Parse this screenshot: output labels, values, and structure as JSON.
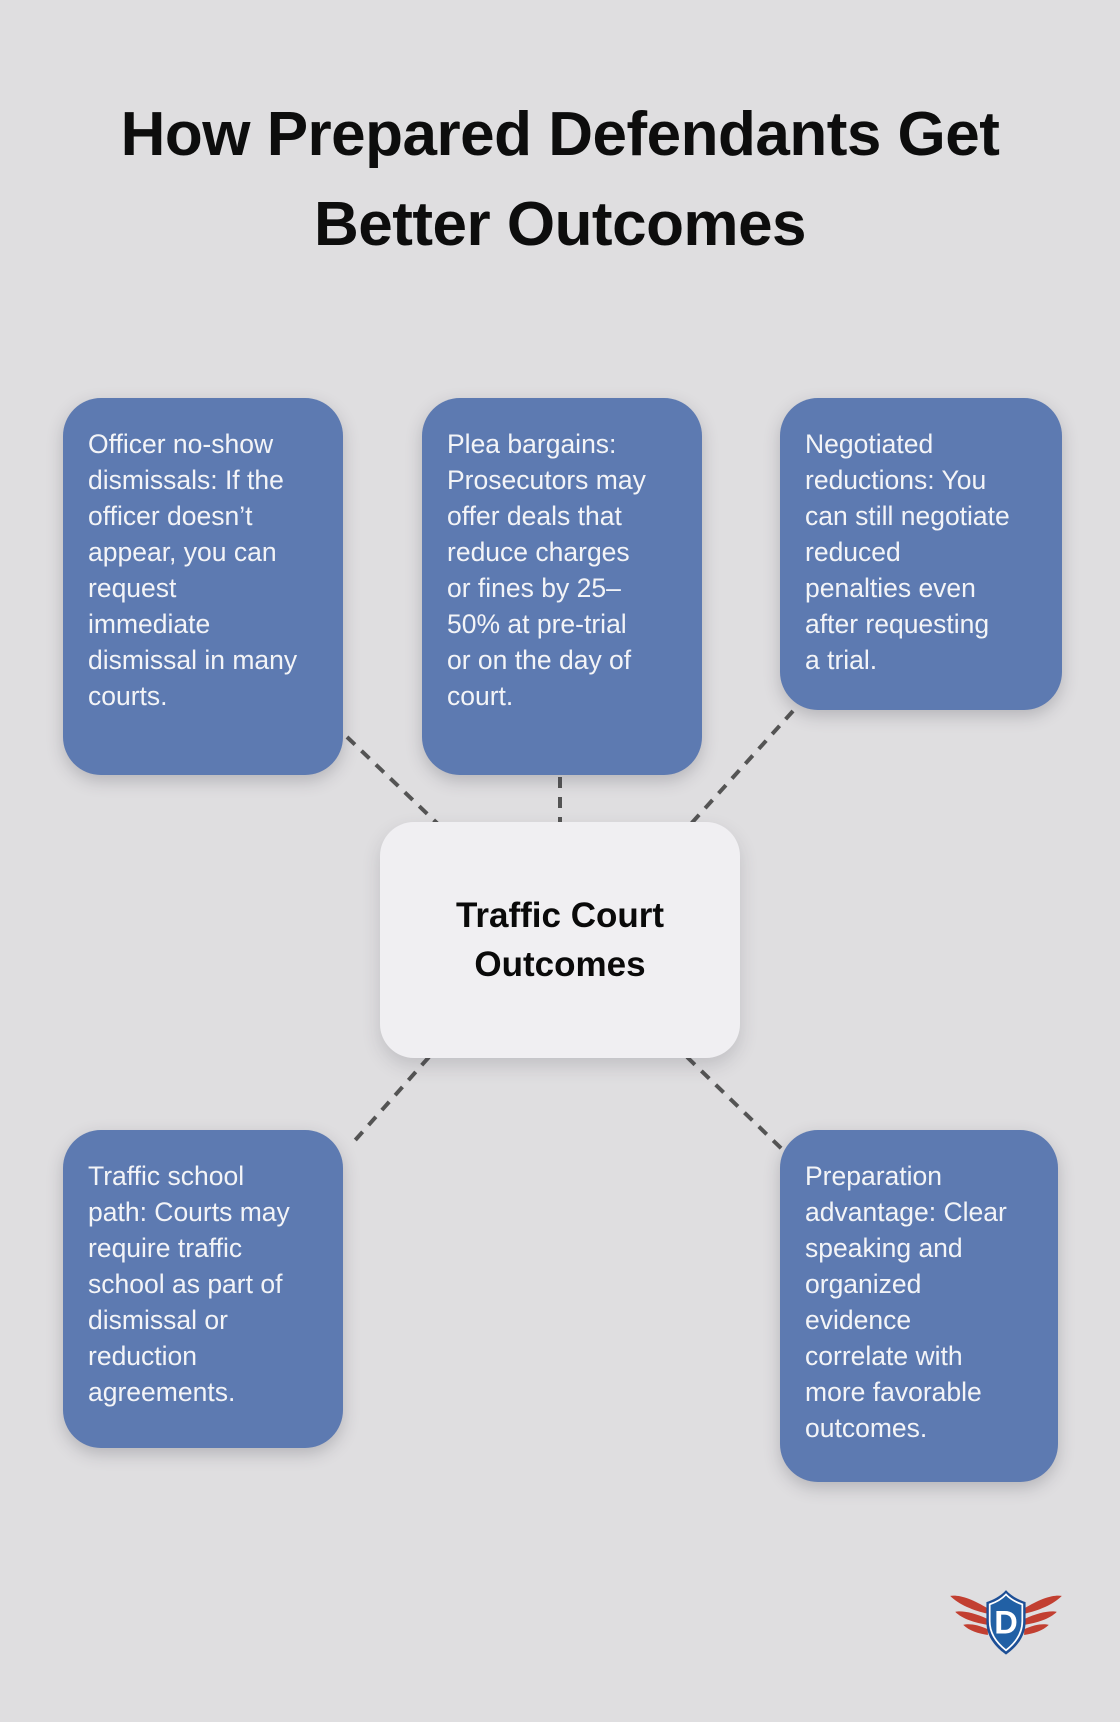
{
  "title": {
    "text": "How Prepared Defendants Get\nBetter Outcomes"
  },
  "center_node": {
    "text": "Traffic Court\nOutcomes"
  },
  "nodes": [
    {
      "id": "officer-no-show",
      "text": "Officer no-show\ndismissals: If the\nofficer doesn’t\nappear, you can\nrequest\nimmediate\ndismissal in many\ncourts."
    },
    {
      "id": "plea-bargains",
      "text": "Plea bargains:\nProsecutors may\noffer deals that\nreduce charges\nor fines by 25–\n50% at pre-trial\nor on the day of\ncourt."
    },
    {
      "id": "negotiated-reductions",
      "text": "Negotiated\nreductions: You\ncan still negotiate\nreduced\npenalties even\nafter requesting\na trial."
    },
    {
      "id": "traffic-school-path",
      "text": "Traffic school\npath: Courts may\nrequire traffic\nschool as part of\ndismissal or\nreduction\nagreements."
    },
    {
      "id": "preparation-advantage",
      "text": "Preparation\nadvantage: Clear\nspeaking and\norganized\nevidence\ncorrelate with\nmore favorable\noutcomes."
    }
  ],
  "logo": {
    "letter": "D"
  },
  "colors": {
    "background": "#dfdee0",
    "node_fill": "#5d7ab1",
    "node_text": "#f3f4f7",
    "center_fill": "#f0eff2",
    "title_text": "#0d0d0d",
    "connector": "#545454",
    "shield_blue": "#1d4f96",
    "shield_inner_blue": "#2160a5",
    "wing_red": "#c23f31"
  }
}
